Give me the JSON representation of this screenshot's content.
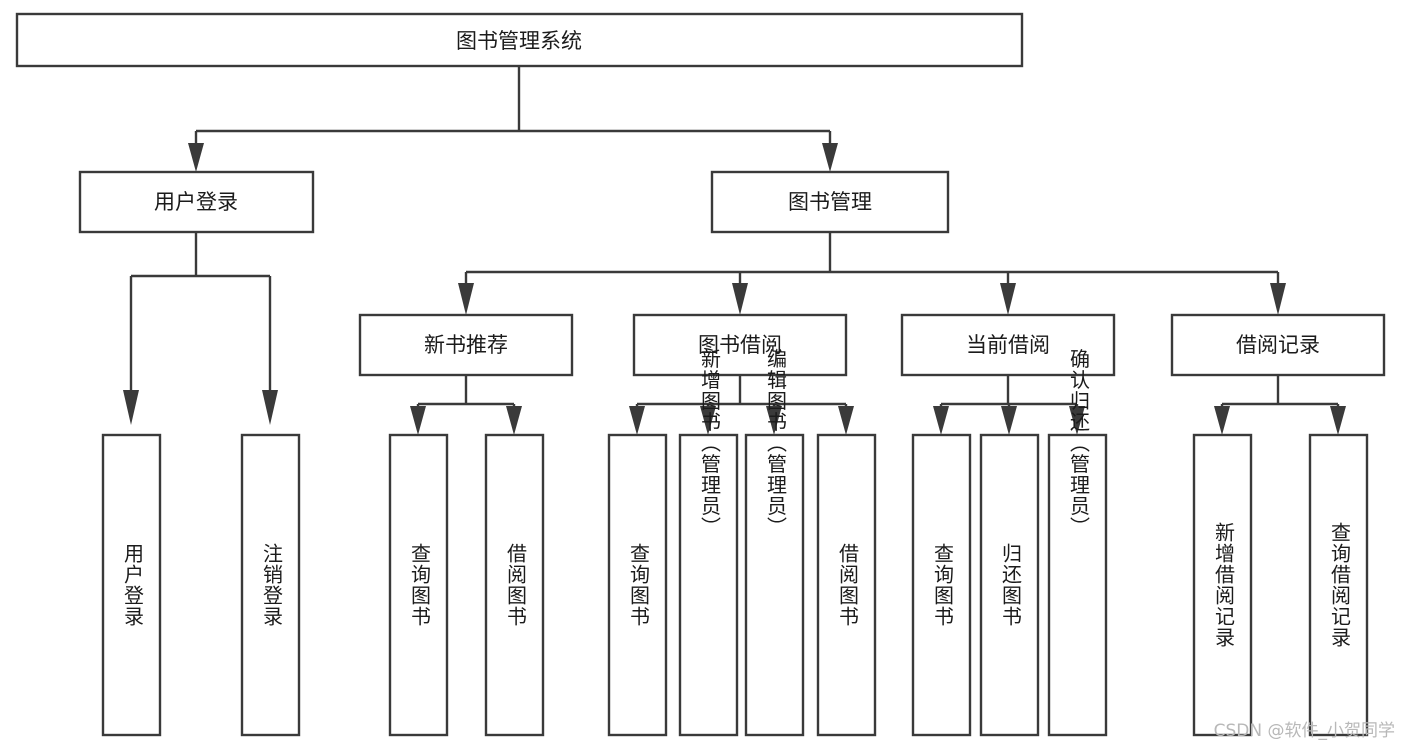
{
  "diagram": {
    "type": "tree-hierarchy",
    "title": "图书管理系统",
    "watermark": "CSDN @软件_小贺同学",
    "levels": {
      "root": "图书管理系统",
      "level2": [
        "用户登录",
        "图书管理"
      ],
      "level3": [
        "新书推荐",
        "图书借阅",
        "当前借阅",
        "借阅记录"
      ]
    },
    "nodes": {
      "root": {
        "label": "图书管理系统"
      },
      "user_login": {
        "label": "用户登录"
      },
      "book_manage": {
        "label": "图书管理"
      },
      "new_book_rec": {
        "label": "新书推荐"
      },
      "book_borrow": {
        "label": "图书借阅"
      },
      "current_borrow": {
        "label": "当前借阅"
      },
      "borrow_record": {
        "label": "借阅记录"
      },
      "leaf_user_login": {
        "label": "用户登录"
      },
      "leaf_logout": {
        "label": "注销登录"
      },
      "leaf_query_book_1": {
        "label": "查询图书"
      },
      "leaf_borrow_book_1": {
        "label": "借阅图书"
      },
      "leaf_query_book_2": {
        "label": "查询图书"
      },
      "leaf_add_book": {
        "label": "新增图书（管理员）"
      },
      "leaf_edit_book": {
        "label": "编辑图书（管理员）"
      },
      "leaf_borrow_book_2": {
        "label": "借阅图书"
      },
      "leaf_query_book_3": {
        "label": "查询图书"
      },
      "leaf_return_book": {
        "label": "归还图书"
      },
      "leaf_confirm_return": {
        "label": "确认归还（管理员）"
      },
      "leaf_add_record": {
        "label": "新增借阅记录"
      },
      "leaf_query_record": {
        "label": "查询借阅记录"
      }
    },
    "colors": {
      "stroke": "#3a3a3a",
      "fill": "#ffffff",
      "text": "#1b1b1b",
      "watermark": "#b8b8b8"
    }
  }
}
